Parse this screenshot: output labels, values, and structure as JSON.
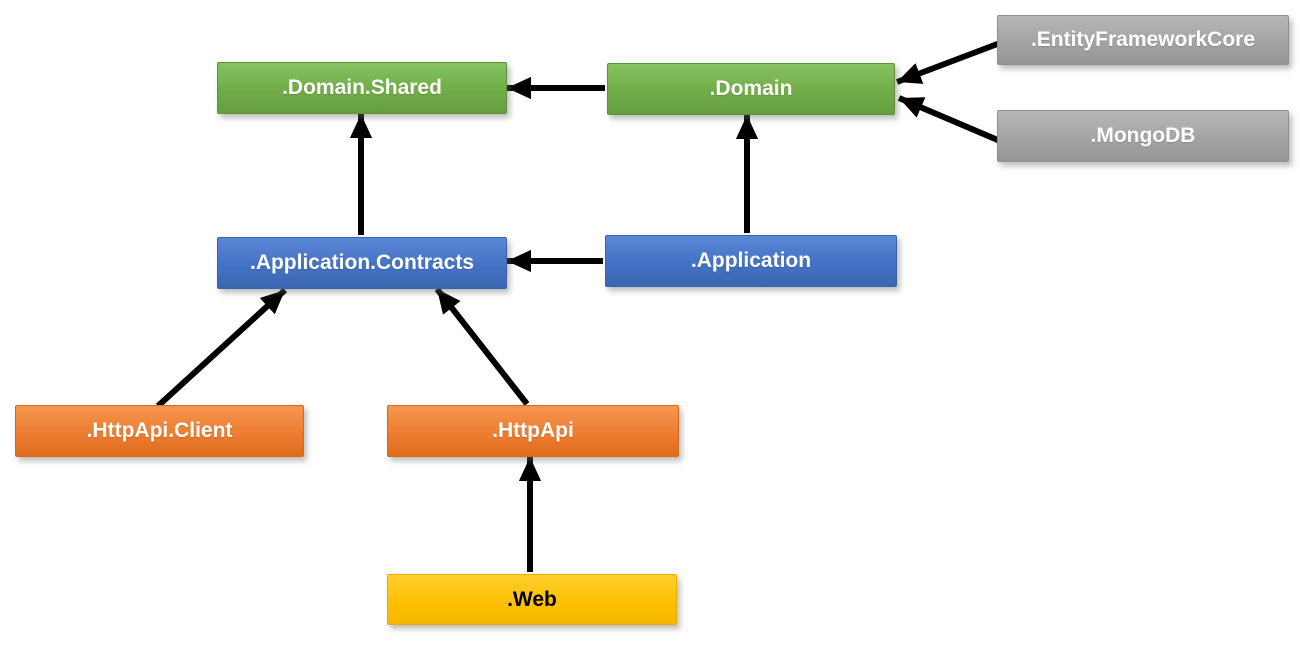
{
  "diagram": {
    "type": "dependency-diagram",
    "background_color": "#FFFFFF",
    "arrow_color": "#000000",
    "nodes": [
      {
        "id": "domain-shared",
        "label": ".Domain.Shared",
        "color": "#70AD47",
        "text_color": "#FFFFFF"
      },
      {
        "id": "domain",
        "label": ".Domain",
        "color": "#70AD47",
        "text_color": "#FFFFFF"
      },
      {
        "id": "entityframeworkcore",
        "label": ".EntityFrameworkCore",
        "color": "#A5A5A5",
        "text_color": "#FFFFFF"
      },
      {
        "id": "mongodb",
        "label": ".MongoDB",
        "color": "#A5A5A5",
        "text_color": "#FFFFFF"
      },
      {
        "id": "application-contracts",
        "label": ".Application.Contracts",
        "color": "#4472C4",
        "text_color": "#FFFFFF"
      },
      {
        "id": "application",
        "label": ".Application",
        "color": "#4472C4",
        "text_color": "#FFFFFF"
      },
      {
        "id": "httpapi-client",
        "label": ".HttpApi.Client",
        "color": "#ED7D31",
        "text_color": "#FFFFFF"
      },
      {
        "id": "httpapi",
        "label": ".HttpApi",
        "color": "#ED7D31",
        "text_color": "#FFFFFF"
      },
      {
        "id": "web",
        "label": ".Web",
        "color": "#FFC000",
        "text_color": "#000000"
      }
    ],
    "edges": [
      {
        "from": "domain",
        "to": "domain-shared"
      },
      {
        "from": "entityframeworkcore",
        "to": "domain"
      },
      {
        "from": "mongodb",
        "to": "domain"
      },
      {
        "from": "application-contracts",
        "to": "domain-shared"
      },
      {
        "from": "application",
        "to": "domain"
      },
      {
        "from": "application",
        "to": "application-contracts"
      },
      {
        "from": "httpapi-client",
        "to": "application-contracts"
      },
      {
        "from": "httpapi",
        "to": "application-contracts"
      },
      {
        "from": "web",
        "to": "httpapi"
      }
    ]
  }
}
